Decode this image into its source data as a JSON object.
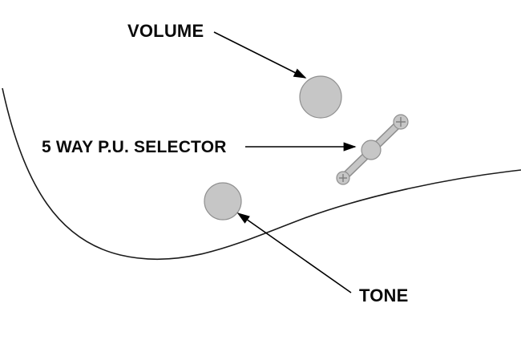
{
  "diagram": {
    "labels": {
      "volume": "VOLUME",
      "selector": "5 WAY P.U. SELECTOR",
      "tone": "TONE"
    },
    "colors": {
      "background": "#ffffff",
      "line": "#000000",
      "knob_fill": "#c6c6c6",
      "knob_stroke": "#8f8f8f",
      "text": "#0a0a0a"
    }
  }
}
